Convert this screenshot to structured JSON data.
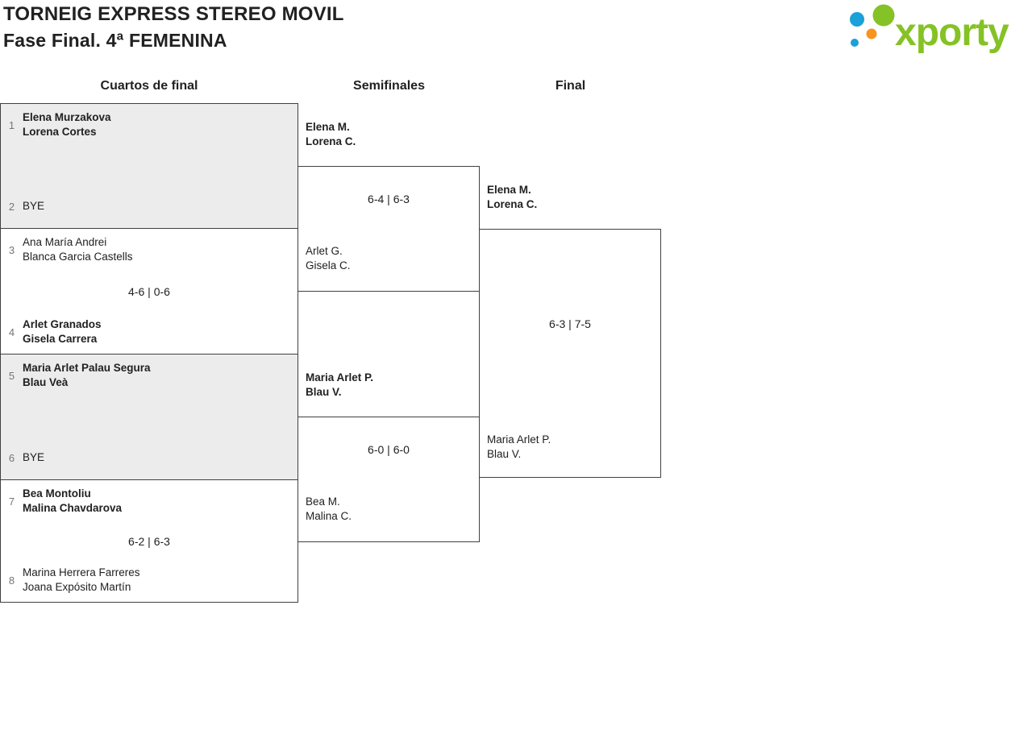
{
  "header": {
    "title_line1": "TORNEIG EXPRESS STEREO MOVIL",
    "title_line2": "Fase Final. 4ª FEMENINA"
  },
  "logo": {
    "text": "xporty",
    "colors": {
      "green": "#85c226",
      "blue": "#1ba0d8",
      "orange": "#f7941e"
    }
  },
  "round_headers": {
    "quarterfinals": "Cuartos de final",
    "semifinals": "Semifinales",
    "final": "Final"
  },
  "matches": {
    "qf1": {
      "team1": {
        "seed": "1",
        "name1": "Elena Murzakova",
        "name2": "Lorena Cortes",
        "winner": true
      },
      "team2": {
        "seed": "2",
        "name1": "BYE",
        "winner": false
      },
      "score": ""
    },
    "qf2": {
      "team1": {
        "seed": "3",
        "name1": "Ana María Andrei",
        "name2": "Blanca Garcia Castells",
        "winner": false
      },
      "team2": {
        "seed": "4",
        "name1": "Arlet Granados",
        "name2": "Gisela Carrera",
        "winner": true
      },
      "score": "4-6 | 0-6"
    },
    "qf3": {
      "team1": {
        "seed": "5",
        "name1": "Maria Arlet Palau Segura",
        "name2": "Blau Veà",
        "winner": true
      },
      "team2": {
        "seed": "6",
        "name1": "BYE",
        "winner": false
      },
      "score": ""
    },
    "qf4": {
      "team1": {
        "seed": "7",
        "name1": "Bea Montoliu",
        "name2": "Malina Chavdarova",
        "winner": true
      },
      "team2": {
        "seed": "8",
        "name1": "Marina Herrera Farreres",
        "name2": "Joana Expósito Martín",
        "winner": false
      },
      "score": "6-2 | 6-3"
    },
    "sf1": {
      "team1": {
        "name1": "Elena M.",
        "name2": "Lorena C.",
        "winner": true
      },
      "team2": {
        "name1": "Arlet G.",
        "name2": "Gisela C.",
        "winner": false
      },
      "score": "6-4 | 6-3"
    },
    "sf2": {
      "team1": {
        "name1": "Maria Arlet P.",
        "name2": "Blau V.",
        "winner": true
      },
      "team2": {
        "name1": "Bea M.",
        "name2": "Malina C.",
        "winner": false
      },
      "score": "6-0 | 6-0"
    },
    "final": {
      "team1": {
        "name1": "Elena M.",
        "name2": "Lorena C.",
        "winner": true
      },
      "team2": {
        "name1": "Maria Arlet P.",
        "name2": "Blau V.",
        "winner": false
      },
      "score": "6-3 | 7-5"
    }
  }
}
